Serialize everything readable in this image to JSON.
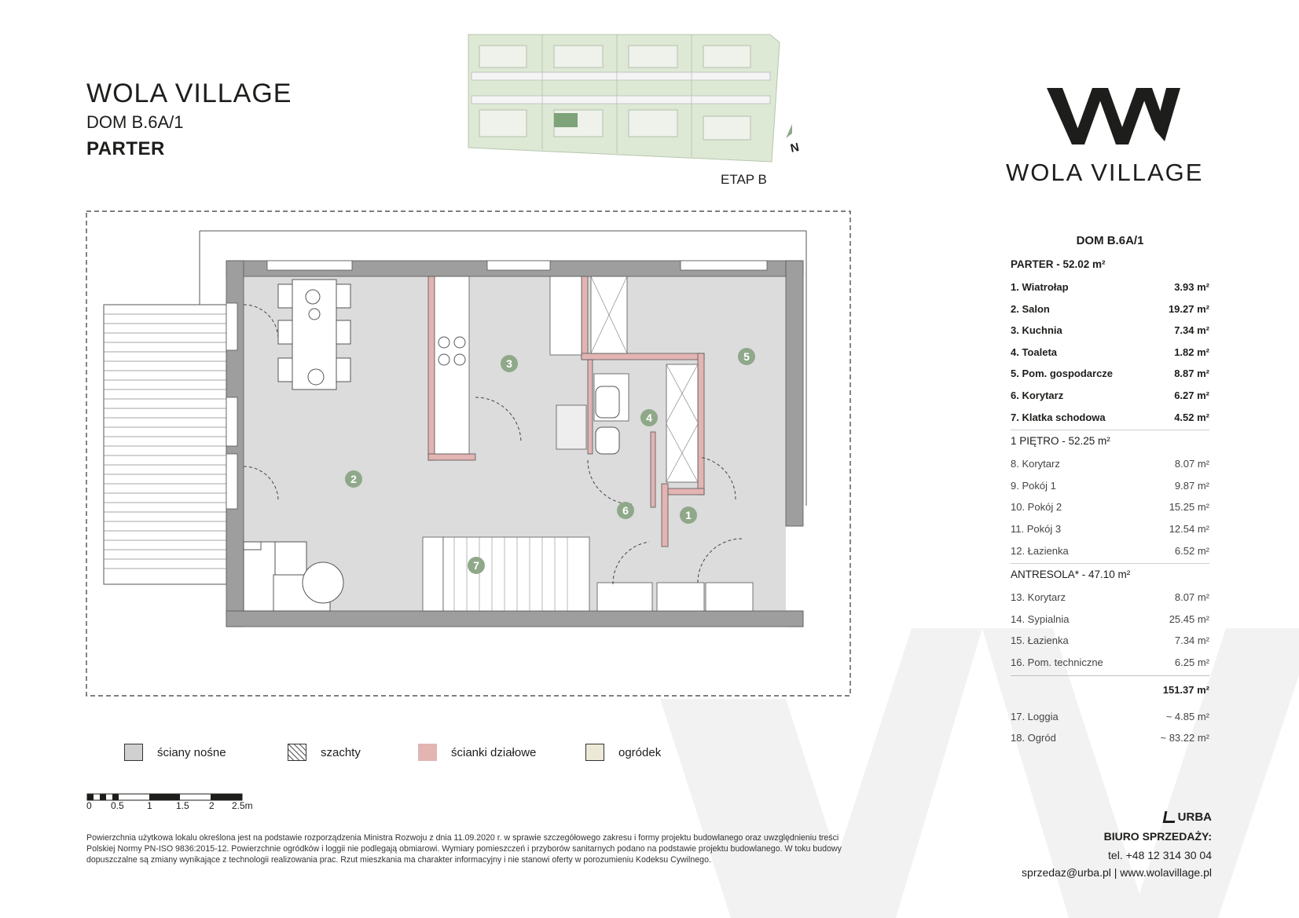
{
  "header": {
    "title": "WOLA VILLAGE",
    "subtitle": "DOM B.6A/1",
    "level": "PARTER",
    "site_plan_label": "ETAP B",
    "north_label": "N"
  },
  "logo": {
    "text": "WOLA VILLAGE"
  },
  "table": {
    "heading": "DOM B.6A/1",
    "sections": [
      {
        "title": "PARTER - 52.02 m²",
        "bold": true,
        "rows": [
          {
            "name": "1. Wiatrołap",
            "area": "3.93 m²"
          },
          {
            "name": "2. Salon",
            "area": "19.27 m²"
          },
          {
            "name": "3. Kuchnia",
            "area": "7.34 m²"
          },
          {
            "name": "4. Toaleta",
            "area": "1.82 m²"
          },
          {
            "name": "5. Pom. gospodarcze",
            "area": "8.87 m²"
          },
          {
            "name": "6. Korytarz",
            "area": "6.27 m²"
          },
          {
            "name": "7. Klatka schodowa",
            "area": "4.52 m²"
          }
        ]
      },
      {
        "title": "1 PIĘTRO - 52.25 m²",
        "bold": false,
        "rows": [
          {
            "name": "8. Korytarz",
            "area": "8.07 m²"
          },
          {
            "name": "9. Pokój 1",
            "area": "9.87 m²"
          },
          {
            "name": "10. Pokój 2",
            "area": "15.25 m²"
          },
          {
            "name": "11. Pokój 3",
            "area": "12.54 m²"
          },
          {
            "name": "12. Łazienka",
            "area": "6.52 m²"
          }
        ]
      },
      {
        "title": "ANTRESOLA* - 47.10 m²",
        "bold": false,
        "rows": [
          {
            "name": "13. Korytarz",
            "area": "8.07 m²"
          },
          {
            "name": "14. Sypialnia",
            "area": "25.45 m²"
          },
          {
            "name": "15. Łazienka",
            "area": "7.34 m²"
          },
          {
            "name": "16. Pom. techniczne",
            "area": "6.25 m²"
          }
        ]
      }
    ],
    "total": "151.37 m²",
    "extras": [
      {
        "name": "17. Loggia",
        "area": "~ 4.85 m²"
      },
      {
        "name": "18. Ogród",
        "area": "~ 83.22 m²"
      }
    ]
  },
  "legend": [
    {
      "label": "ściany nośne",
      "color": "#d0d0d0",
      "pattern": "solid"
    },
    {
      "label": "szachty",
      "color": "#ffffff",
      "pattern": "hatch"
    },
    {
      "label": "ścianki działowe",
      "color": "#e2b4b2",
      "pattern": "solid"
    },
    {
      "label": "ogródek",
      "color": "#ece9d6",
      "pattern": "solid"
    }
  ],
  "scale": {
    "ticks": [
      "0",
      "0.5",
      "1",
      "1.5",
      "2",
      "2.5m"
    ]
  },
  "rooms": [
    {
      "n": "1"
    },
    {
      "n": "2"
    },
    {
      "n": "3"
    },
    {
      "n": "4"
    },
    {
      "n": "5"
    },
    {
      "n": "6"
    },
    {
      "n": "7"
    }
  ],
  "disclaimer": "Powierzchnia użytkowa lokalu określona jest na podstawie rozporządzenia Ministra Rozwoju z dnia 11.09.2020 r. w sprawie szczegółowego zakresu i formy projektu budowlanego oraz uwzględnieniu treści Polskiej Normy PN-ISO 9836:2015-12. Powierzchnie ogródków i loggii nie podlegają obmiarowi. Wymiary pomieszczeń i przyborów sanitarnych podano na podstawie projektu budowlanego. W toku budowy dopuszczalne są zmiany wynikające z technologii realizowania prac. Rzut mieszkania ma charakter informacyjny i nie stanowi oferty w porozumieniu Kodeksu Cywilnego.",
  "contact": {
    "brand": "URBA",
    "office": "BIURO SPRZEDAŻY:",
    "phone": "tel. +48 12 314 30 04",
    "links": "sprzedaz@urba.pl | www.wolavillage.pl"
  },
  "colors": {
    "floor": "#dcdcdc",
    "bearing_wall": "#9e9e9e",
    "partition": "#e2b4b2",
    "accent_green": "#8fa88a",
    "site_green": "#dde8d5",
    "watermark": "#f1f1f1"
  }
}
